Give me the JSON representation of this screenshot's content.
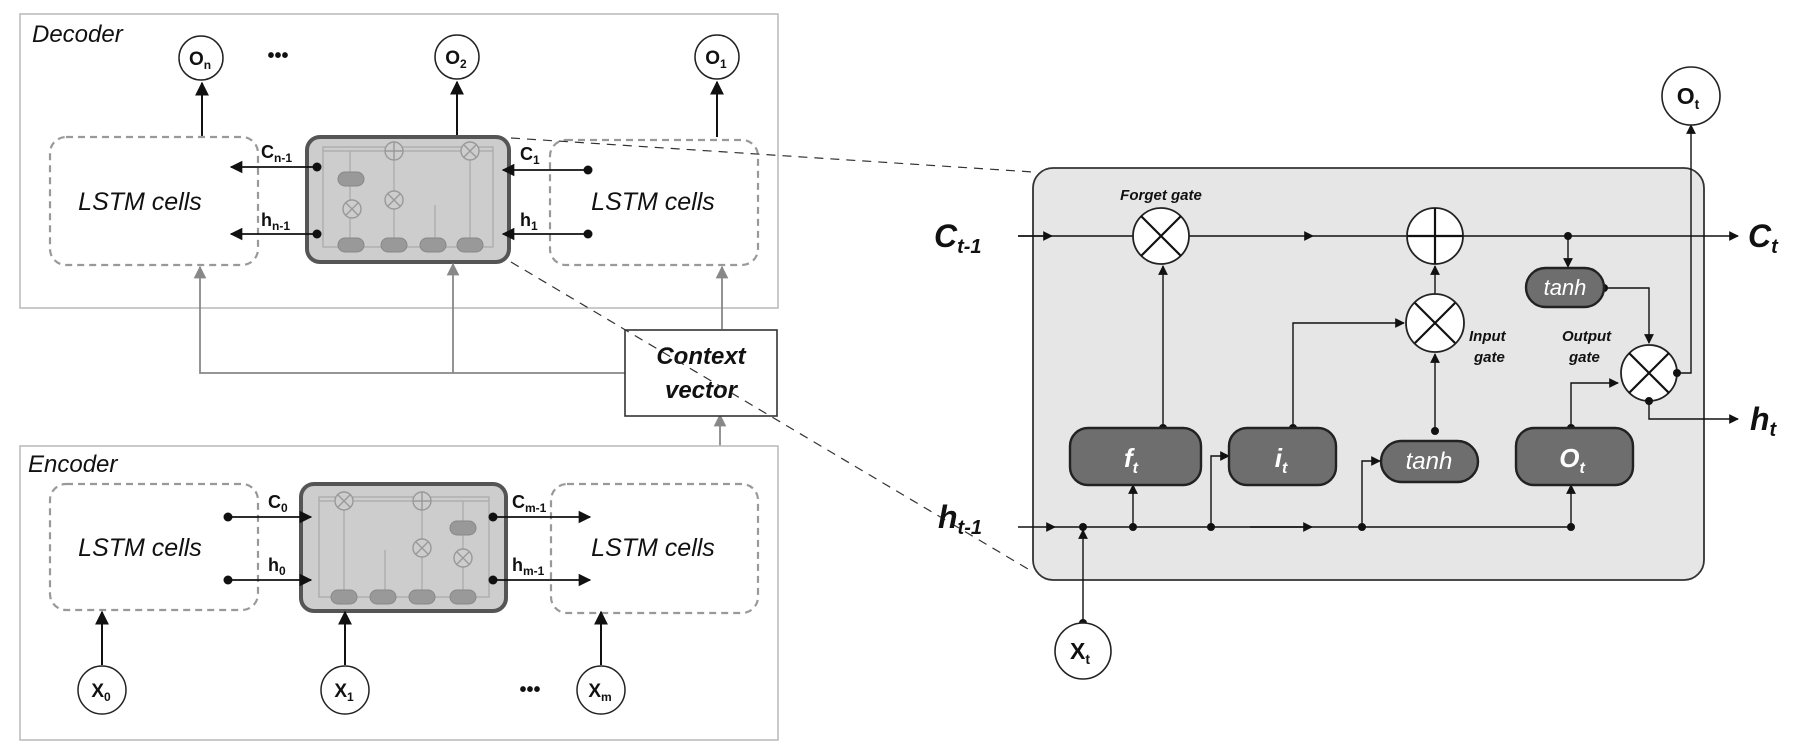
{
  "decoder": {
    "title": "Decoder",
    "outputs": [
      {
        "main": "O",
        "sub": "n"
      },
      {
        "main": "O",
        "sub": "2"
      },
      {
        "main": "O",
        "sub": "1"
      }
    ],
    "ellipsis": "•••",
    "left_cells_label": "LSTM cells",
    "right_cells_label": "LSTM cells",
    "c_left": {
      "main": "C",
      "sub": "n-1"
    },
    "h_left": {
      "main": "h",
      "sub": "n-1"
    },
    "c_right": {
      "main": "C",
      "sub": "1"
    },
    "h_right": {
      "main": "h",
      "sub": "1"
    }
  },
  "encoder": {
    "title": "Encoder",
    "left_cells_label": "LSTM cells",
    "right_cells_label": "LSTM cells",
    "c_left": {
      "main": "C",
      "sub": "0"
    },
    "h_left": {
      "main": "h",
      "sub": "0"
    },
    "c_right": {
      "main": "C",
      "sub": "m-1"
    },
    "h_right": {
      "main": "h",
      "sub": "m-1"
    },
    "inputs": [
      {
        "main": "X",
        "sub": "0"
      },
      {
        "main": "X",
        "sub": "1"
      },
      {
        "main": "X",
        "sub": "m"
      }
    ],
    "ellipsis": "•••"
  },
  "context_vector": {
    "line1": "Context",
    "line2": "vector"
  },
  "cell": {
    "c_prev": {
      "main": "C",
      "sub": "t-1"
    },
    "c_next": {
      "main": "C",
      "sub": "t"
    },
    "h_prev": {
      "main": "h",
      "sub": "t-1"
    },
    "h_next": {
      "main": "h",
      "sub": "t"
    },
    "x_in": {
      "main": "X",
      "sub": "t"
    },
    "o_out": {
      "main": "O",
      "sub": "t"
    },
    "forget_gate_label": "Forget gate",
    "input_gate_label": [
      "Input",
      "gate"
    ],
    "output_gate_label": [
      "Output",
      "gate"
    ],
    "f_block": {
      "main": "f",
      "sub": "t"
    },
    "i_block": {
      "main": "i",
      "sub": "t"
    },
    "o_block": {
      "main": "O",
      "sub": "t"
    },
    "tanh_input": "tanh",
    "tanh_output": "tanh"
  }
}
